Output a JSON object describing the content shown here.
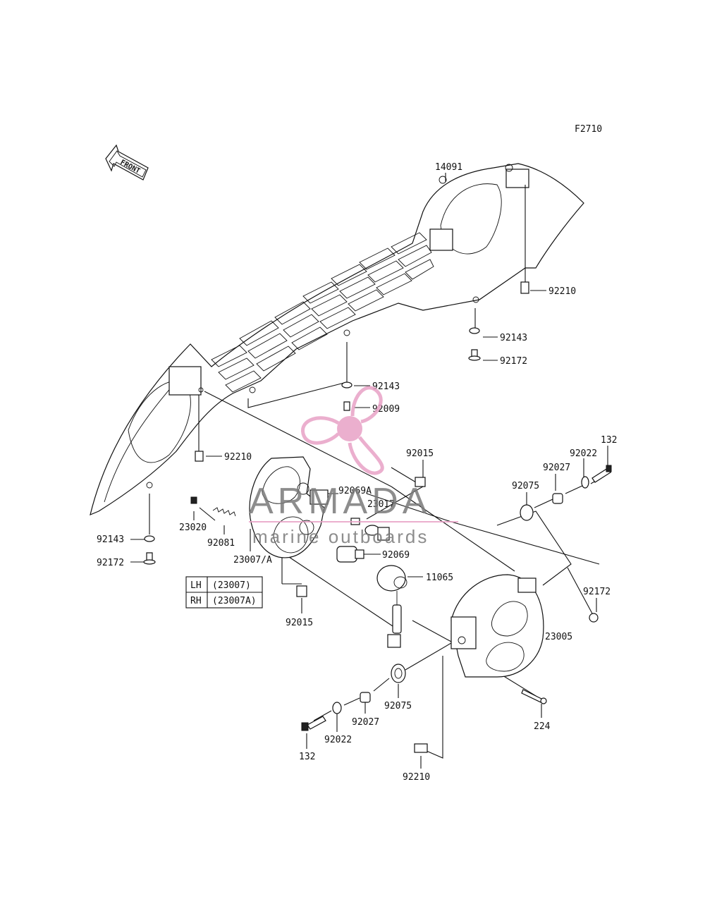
{
  "diagram_code": "F2710",
  "front_arrow_label": "FRONT",
  "watermark": {
    "brand": "ARMADA",
    "tagline": "marine outboards",
    "pink": "#e8a2c6",
    "gray": "#7a7a7a"
  },
  "parts": {
    "p14091": "14091",
    "p92210_top": "92210",
    "p92143_top": "92143",
    "p92172_top": "92172",
    "p92143_mid": "92143",
    "p92009": "92009",
    "p92210_left": "92210",
    "p92015_top": "92015",
    "p92069A": "92069A",
    "p23017": "23017",
    "p92075_right": "92075",
    "p92027_right": "92027",
    "p92022_right": "92022",
    "p132_right": "132",
    "p23020": "23020",
    "p92081": "92081",
    "p23007A": "23007/A",
    "p92143_left": "92143",
    "p92172_left": "92172",
    "p92069": "92069",
    "p11065": "11065",
    "p92172_right": "92172",
    "p92015_bottom": "92015",
    "p23005": "23005",
    "p92075_bottom": "92075",
    "p92027_bottom": "92027",
    "p92022_bottom": "92022",
    "p132_bottom": "132",
    "p224": "224",
    "p92210_bottom": "92210"
  },
  "side_table": {
    "rows": [
      {
        "side": "LH",
        "part": "(23007)"
      },
      {
        "side": "RH",
        "part": "(23007A)"
      }
    ]
  }
}
